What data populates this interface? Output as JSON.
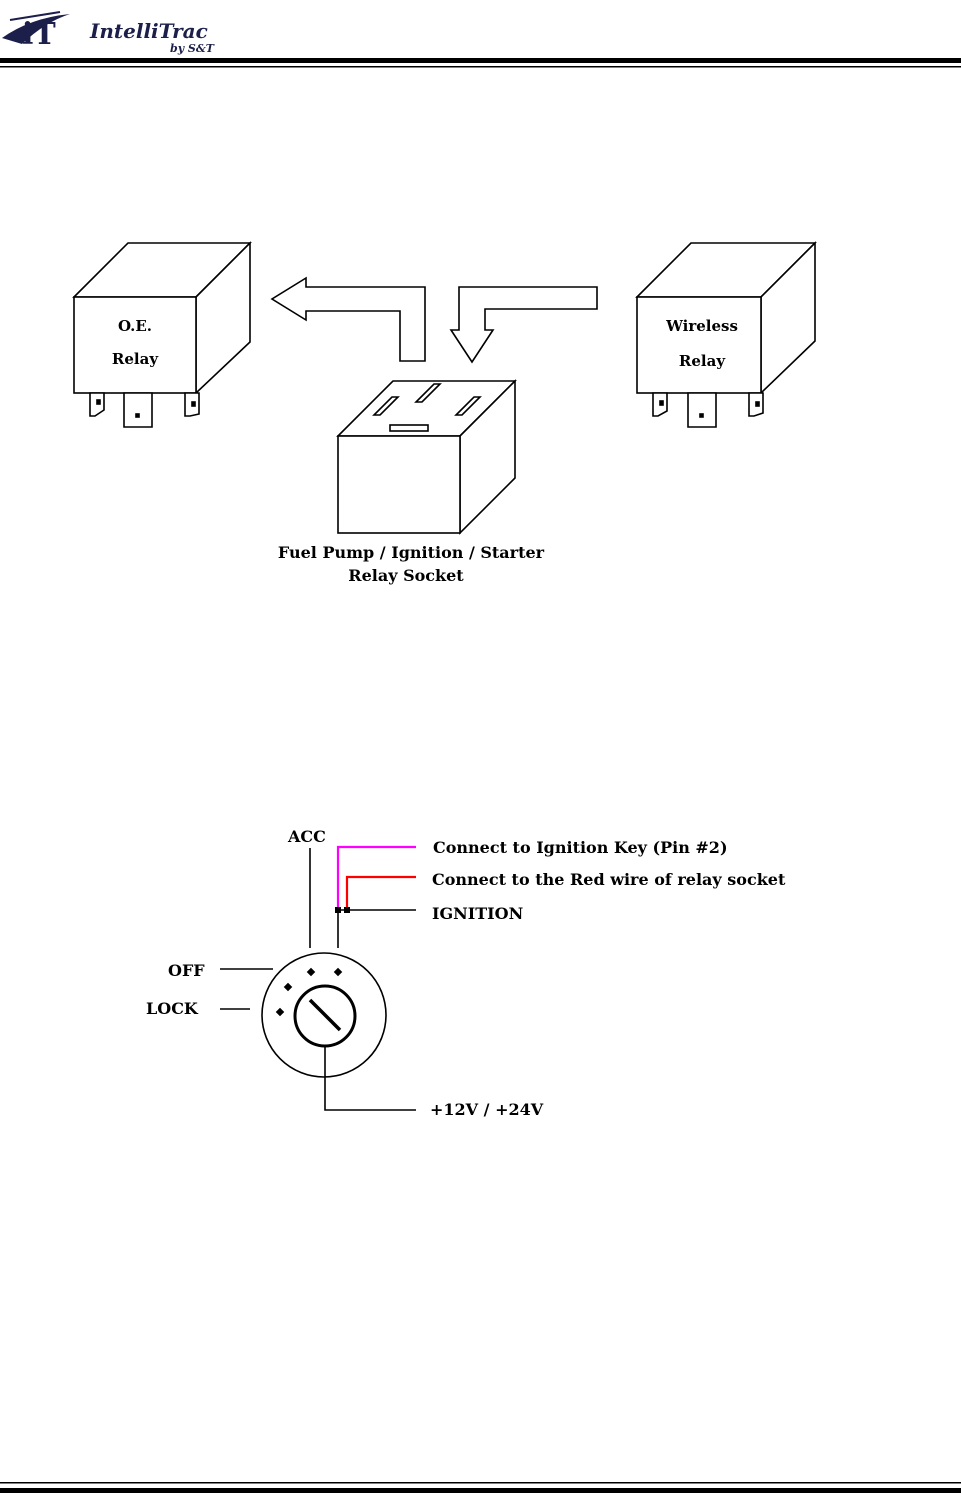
{
  "header": {
    "logo": {
      "mark": "iT",
      "wordmark": "IntelliTrac",
      "byline": "by S&T",
      "brand_color": "#1c1f4a"
    }
  },
  "relay_diagram": {
    "oe_relay": {
      "line1": "O.E.",
      "line2": "Relay"
    },
    "wireless_relay": {
      "line1": "Wireless",
      "line2": "Relay"
    },
    "socket": {
      "line1": "Fuel Pump / Ignition / Starter",
      "line2": "Relay Socket"
    }
  },
  "ignition_diagram": {
    "acc": "ACC",
    "off": "OFF",
    "lock": "LOCK",
    "ignition": "IGNITION",
    "power": "+12V / +24V",
    "wire_pink": {
      "label": "Connect to Ignition Key (Pin #2)",
      "color": "#ff00ff"
    },
    "wire_red": {
      "label": "Connect to the Red wire of relay socket",
      "color": "#ff0000"
    }
  }
}
